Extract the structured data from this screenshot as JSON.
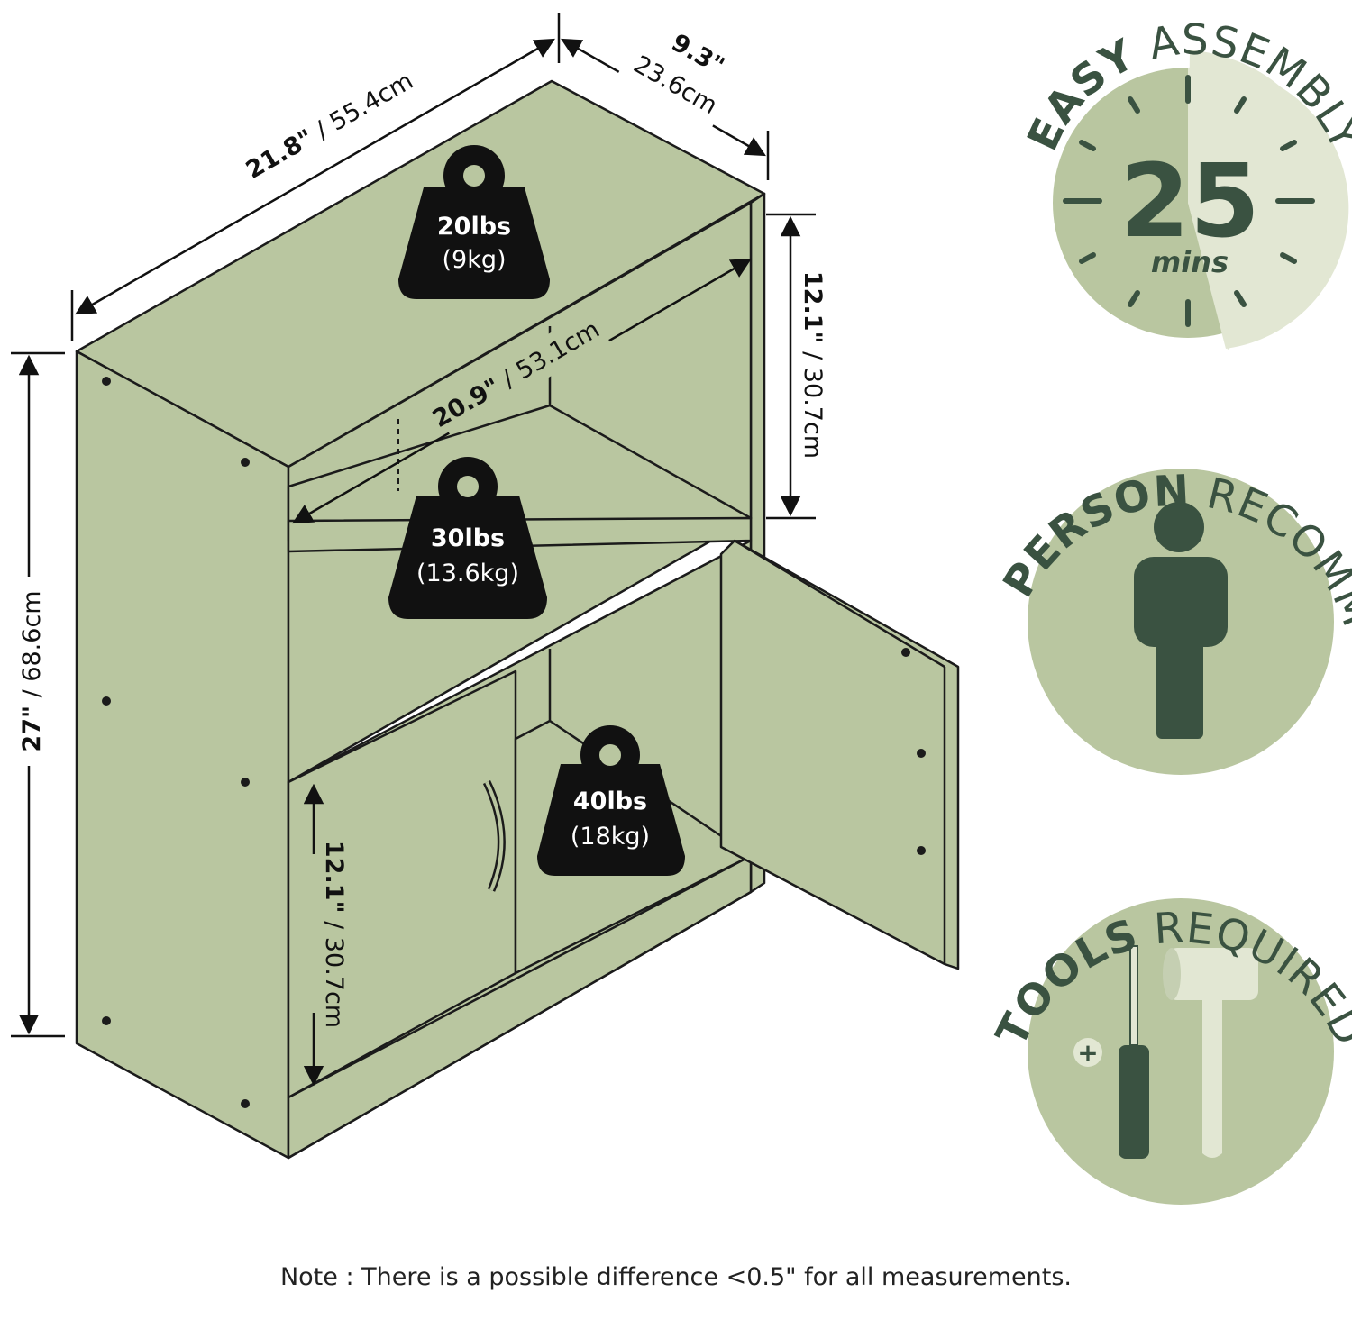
{
  "colors": {
    "furniture": "#b9c6a0",
    "outline": "#1b1b1b",
    "weight_tag": "#111111",
    "badge_circle": "#b9c6a0",
    "badge_light": "#e2e7d3",
    "badge_dark": "#3a5241"
  },
  "dimensions": {
    "width_in": "21.8\"",
    "width_cm": " / 55.4cm",
    "depth_in": "9.3\"",
    "depth_cm": "23.6cm",
    "height_in": "27\"",
    "height_cm": " / 68.6cm",
    "upper_h_in": "12.1\"",
    "upper_h_cm": " / 30.7cm",
    "inner_w_in": "20.9\"",
    "inner_w_cm": " / 53.1cm",
    "lower_h_in": "12.1\"",
    "lower_h_cm": " / 30.7cm"
  },
  "weights": {
    "top": {
      "lbs": "20lbs",
      "kg": "(9kg)"
    },
    "shelf": {
      "lbs": "30lbs",
      "kg": "(13.6kg)"
    },
    "bottom": {
      "lbs": "40lbs",
      "kg": "(18kg)"
    }
  },
  "badges": {
    "assembly": {
      "bold": "EASY",
      "light": " ASSEMBLY",
      "number": "25",
      "unit": "mins",
      "icon": "clock-icon"
    },
    "person": {
      "bold": "1 PERSON",
      "light": " RECOMM.",
      "icon": "person-icon"
    },
    "tools": {
      "bold": "TOOLS",
      "light": " REQUIRED",
      "icon": "tools-icon"
    }
  },
  "note": "Note : There is a possible difference <0.5\" for all measurements."
}
